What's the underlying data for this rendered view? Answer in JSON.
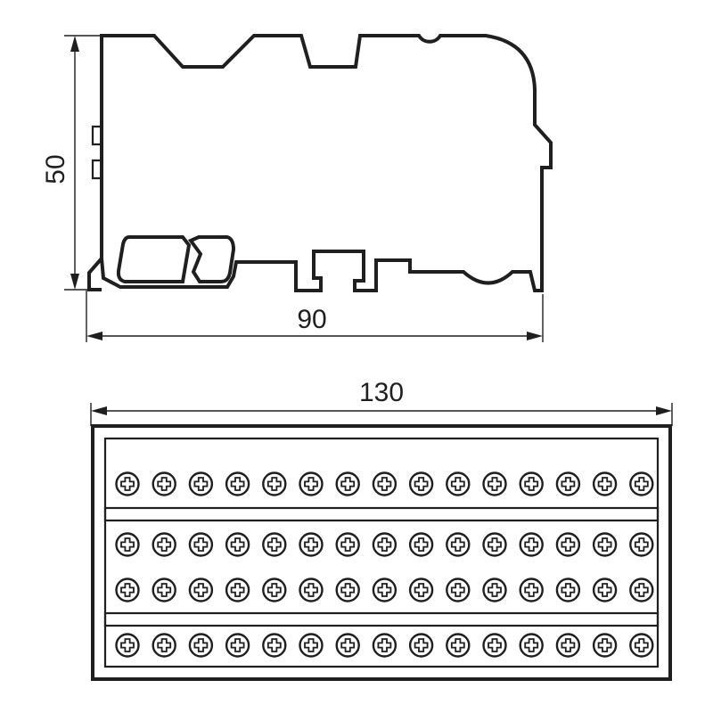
{
  "dimensions": {
    "height": "50",
    "depth": "90",
    "length": "130"
  },
  "top_view": {
    "terminal_rows": [
      15,
      15,
      15,
      15
    ]
  }
}
